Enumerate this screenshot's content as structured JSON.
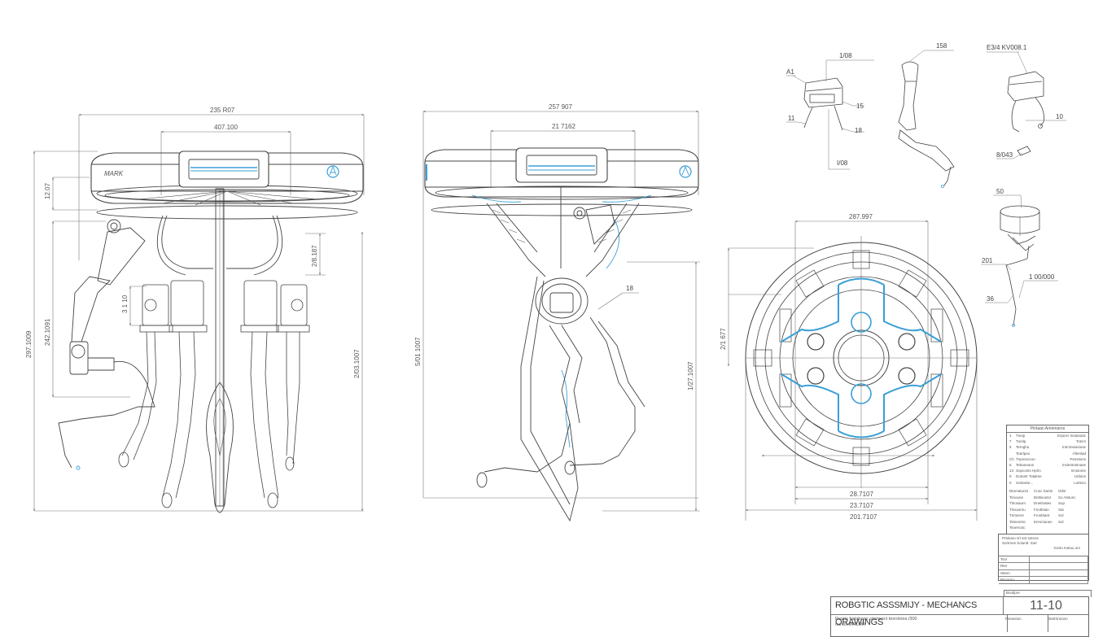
{
  "drawing": {
    "title": "ROBGTIC ASSSMIJY - MECHANCS ORAWINGS",
    "sheet": "11-10",
    "subtitle_line1": "Rearis furtabcos: storteect tesrotoos./300",
    "subtitle_line2": "ourcovieHCOR",
    "title_cell_a": "Fsntuston",
    "title_cell_b": "Dtelrrtrutoso",
    "above_sheet_label": "Bnutlpre",
    "accent_color": "#3a9fd6",
    "line_color": "#444444"
  },
  "front_view": {
    "brand_mark": "MARK",
    "dims": {
      "overall_width": "235 R07",
      "hub_width": "407.100",
      "ring_height": "12.07",
      "left_overall_height": "297.1009",
      "left_inner_height": "242.1091",
      "arm_joint_height": "3 1 10",
      "right_small_height": "2/8.187",
      "right_overall_height": "2/03.1007"
    }
  },
  "side_view": {
    "dims": {
      "overall_width": "257 907",
      "hub_width": "21 7162",
      "left_height": "5/01 1007",
      "right_height": "1/27.1007"
    },
    "callouts": [
      "18"
    ]
  },
  "top_view": {
    "dims": {
      "top_width": "287.997",
      "left_height": "2/1 677",
      "inner_width": "28.7107",
      "mid_width": "23.7107",
      "overall_width": "201.7107"
    }
  },
  "detail_views": {
    "gripper_a": {
      "callouts": [
        "1/08",
        "A1",
        "15",
        "11",
        "18",
        "I/08"
      ]
    },
    "arm_segment": {
      "callouts": [
        "158"
      ]
    },
    "gripper_b": {
      "callouts": [
        "E3/4 KV008.1",
        "10",
        "8/043"
      ]
    },
    "actuator_arm": {
      "callouts": [
        "50",
        "201",
        "1 00/000",
        "36"
      ]
    }
  },
  "parts_list": {
    "header": "Pintaan Aretenaros",
    "rows": [
      {
        "no": "1",
        "name": "Tneip",
        "desc": "Enpcer Inotanatic"
      },
      {
        "no": "7",
        "name": "Tumlp",
        "desc": "Totvrs"
      },
      {
        "no": "5",
        "name": "Ternghu",
        "desc": "Intrctneiasiuse"
      },
      {
        "no": "",
        "name": "Tearlpeo",
        "desc": "Aftenlad"
      },
      {
        "no": "Ch",
        "name": "Tnpresozon",
        "desc": "Pesstions"
      },
      {
        "no": "6",
        "name": "Tebaneaos",
        "desc": "Inclentotsnase"
      },
      {
        "no": "13",
        "name": "Sopconts Hplro",
        "desc": "Enstome"
      },
      {
        "no": "9",
        "name": "Dotnetr Totalme",
        "desc": "Unbtos"
      },
      {
        "no": "0",
        "name": "Sottoeisr...",
        "desc": "Lottnso"
      }
    ]
  },
  "notes_table": {
    "rows": [
      {
        "a": "Dtomatunst",
        "b": "Cusc Santn",
        "c": "Odsr"
      },
      {
        "a": "Tsnoune",
        "b": "Bnttisoutsr",
        "c": "So Atstunc"
      },
      {
        "a": "Tlnosaurn",
        "b": "Dnetinatev",
        "c": "Sup"
      },
      {
        "a": "Tlnsusrnu",
        "b": "Fnotlotan",
        "c": "Sat"
      },
      {
        "a": "Tnmenrs",
        "b": "Frunbtant",
        "c": "Sol"
      },
      {
        "a": "Tstnesrtre",
        "b": "Enrsctaoes",
        "c": "Sol"
      },
      {
        "a": "Tsnernotc",
        "b": "",
        "c": ""
      }
    ]
  },
  "revision_block": {
    "text_line1": "Prtotuso vrt snt sotnos",
    "text_line2": "Sortrnes Soluntt. Sotr",
    "text_right": "Gotru Inetuu um",
    "rows": [
      "Tsnr",
      "Rter",
      "Sttem",
      "Bncunro"
    ]
  }
}
